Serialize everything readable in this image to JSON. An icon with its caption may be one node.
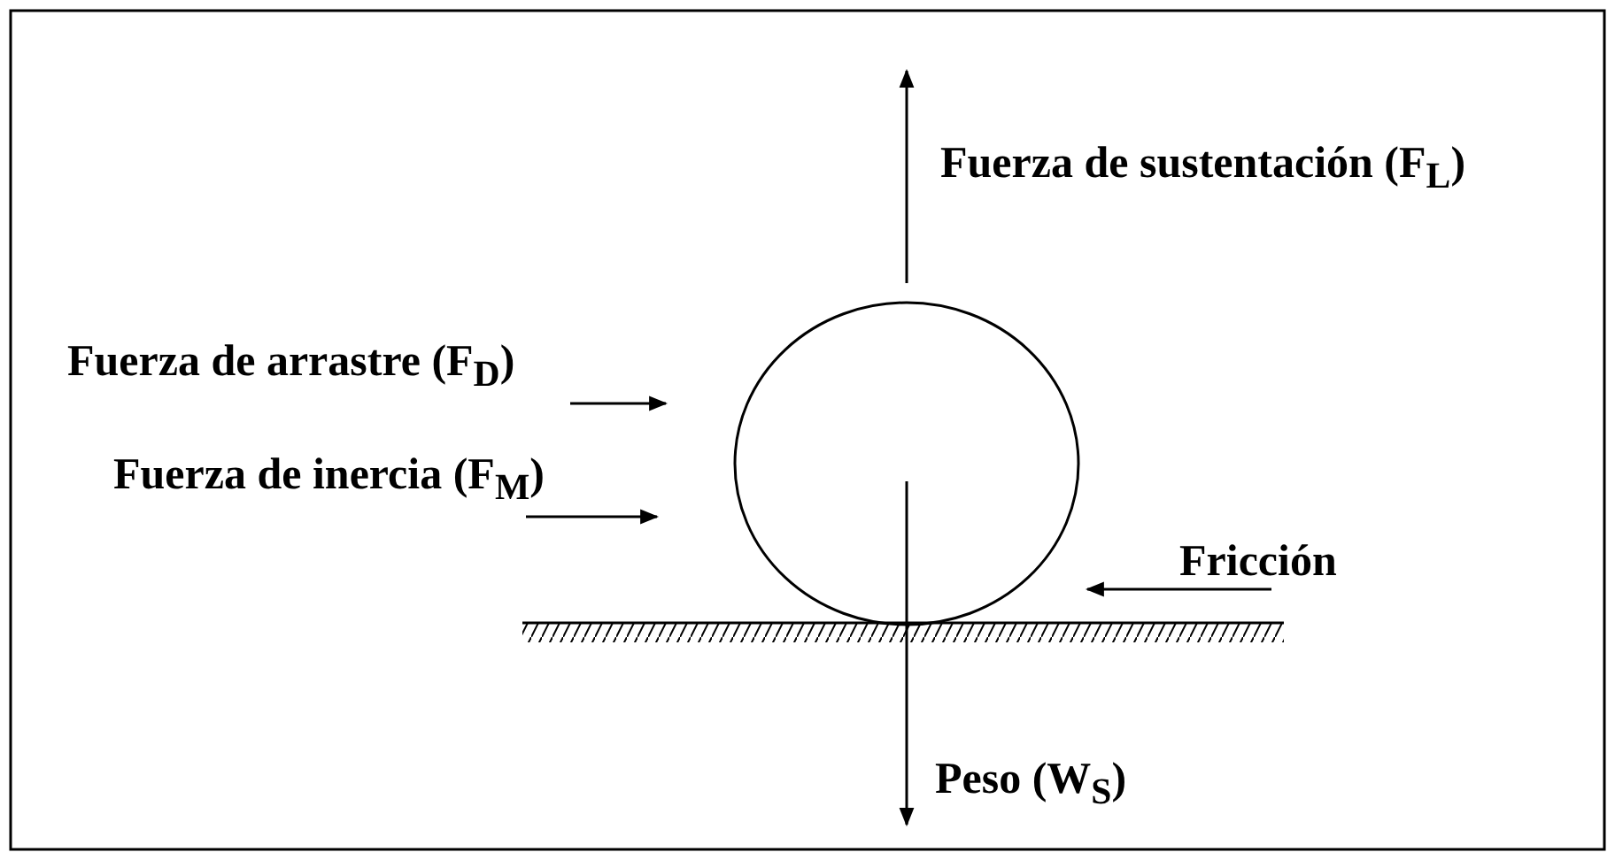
{
  "diagram": {
    "nodes": [
      {
        "text": [],
        "shape": "circle"
      }
    ],
    "edges": [],
    "labels": [
      "Fuerza de sustentación (F$_{L}$)",
      "Fuerza de arrastre (F$_{D}$)",
      "Fuerza de inercia (F$_{M}$)",
      "Fricción",
      "Peso (W$_{S}$)"
    ]
  }
}
